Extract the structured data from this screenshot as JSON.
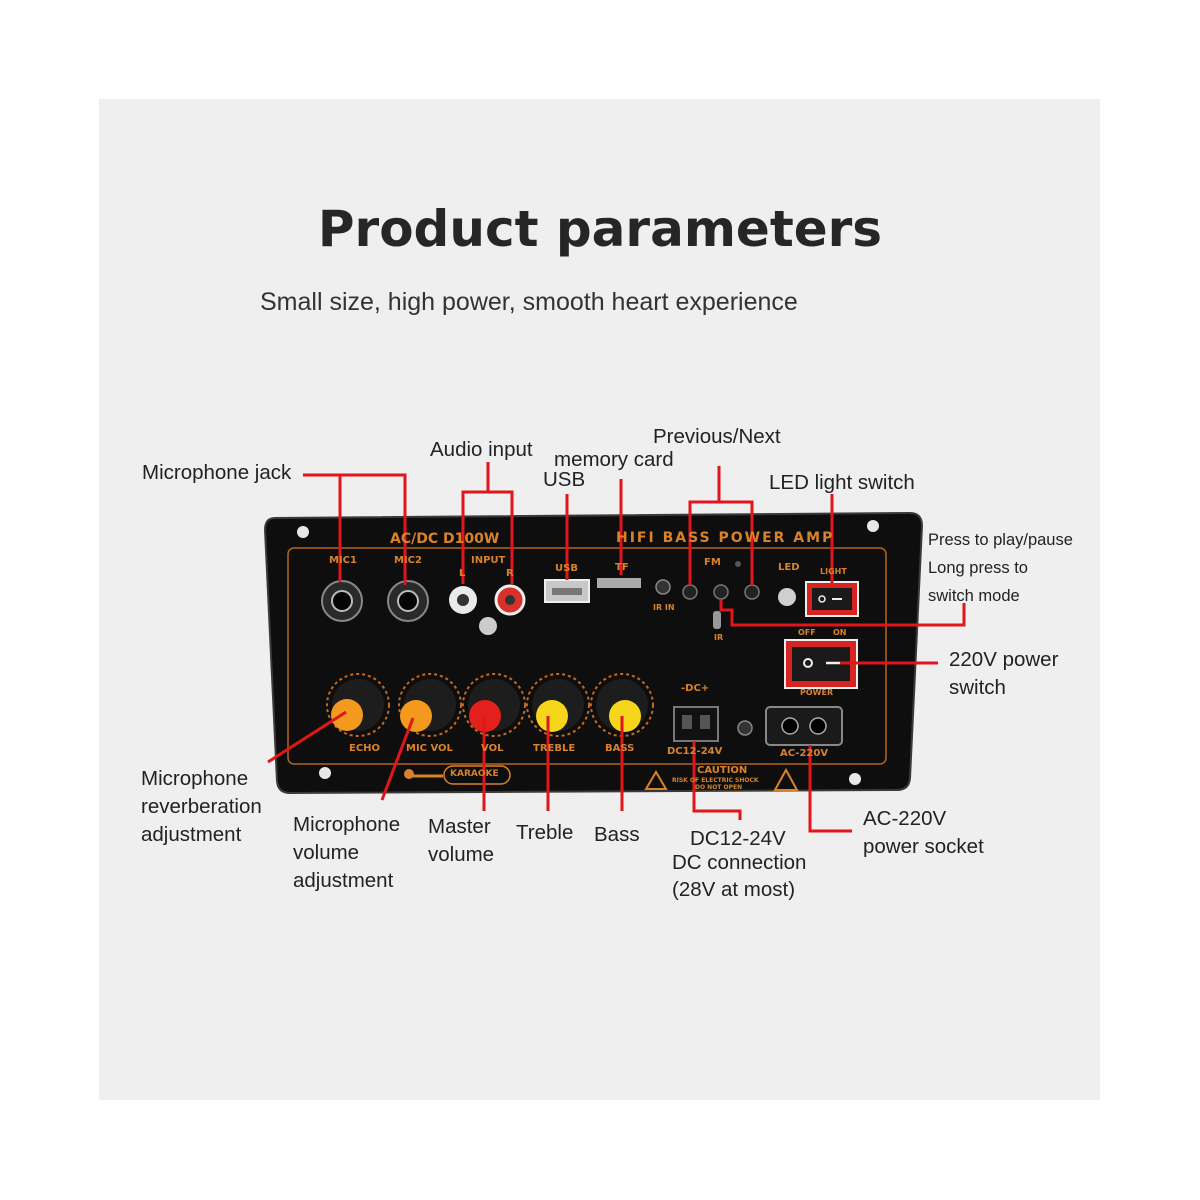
{
  "title": "Product parameters",
  "subtitle": "Small size, high power, smooth heart experience",
  "labels": {
    "microphone_jack": "Microphone jack",
    "audio_input": "Audio input",
    "usb": "USB",
    "memory_card": "memory card",
    "previous_next": "Previous/Next",
    "led_light_switch": "LED light switch",
    "press_play_1": "Press to play/pause",
    "press_play_2": "Long press to",
    "press_play_3": "switch mode",
    "power_switch_1": "220V power",
    "power_switch_2": "switch",
    "mic_reverb_1": "Microphone",
    "mic_reverb_2": "reverberation",
    "mic_reverb_3": "adjustment",
    "mic_volume_1": "Microphone",
    "mic_volume_2": "volume",
    "mic_volume_3": "adjustment",
    "master_volume_1": "Master",
    "master_volume_2": "volume",
    "treble": "Treble",
    "bass": "Bass",
    "dc_1": "DC12-24V",
    "dc_2": "DC connection",
    "dc_3": "(28V at most)",
    "ac_1": "AC-220V",
    "ac_2": "power socket"
  },
  "board": {
    "model": "AC/DC D100W",
    "name": "HIFI BASS POWER AMP",
    "mic1": "MIC1",
    "mic2": "MIC2",
    "input": "INPUT",
    "input_l": "L",
    "input_r": "R",
    "usb": "USB",
    "tf": "TF",
    "ir_in": "IR IN",
    "fm": "FM",
    "led": "LED",
    "light": "LIGHT",
    "ir": "IR",
    "off": "OFF",
    "on": "ON",
    "power": "POWER",
    "echo": "ECHO",
    "mic_vol": "MIC VOL",
    "vol": "VOL",
    "treble": "TREBLE",
    "bass": "BASS",
    "dc_polarity": "-DC+",
    "dc_label": "DC12-24V",
    "ac_label": "AC-220V",
    "karaoke": "KARAOKE",
    "caution": "CAUTION",
    "caution_sub": "RISK OF ELECTRIC SHOCK",
    "caution_sub2": "DO NOT OPEN"
  },
  "colors": {
    "background": "#efefef",
    "board": "#0e0e0e",
    "board_text": "#d9822b",
    "callout_line": "#e0161a",
    "knob_orange": "#f39a1e",
    "knob_red": "#e3201b",
    "knob_yellow": "#f5d61a"
  }
}
